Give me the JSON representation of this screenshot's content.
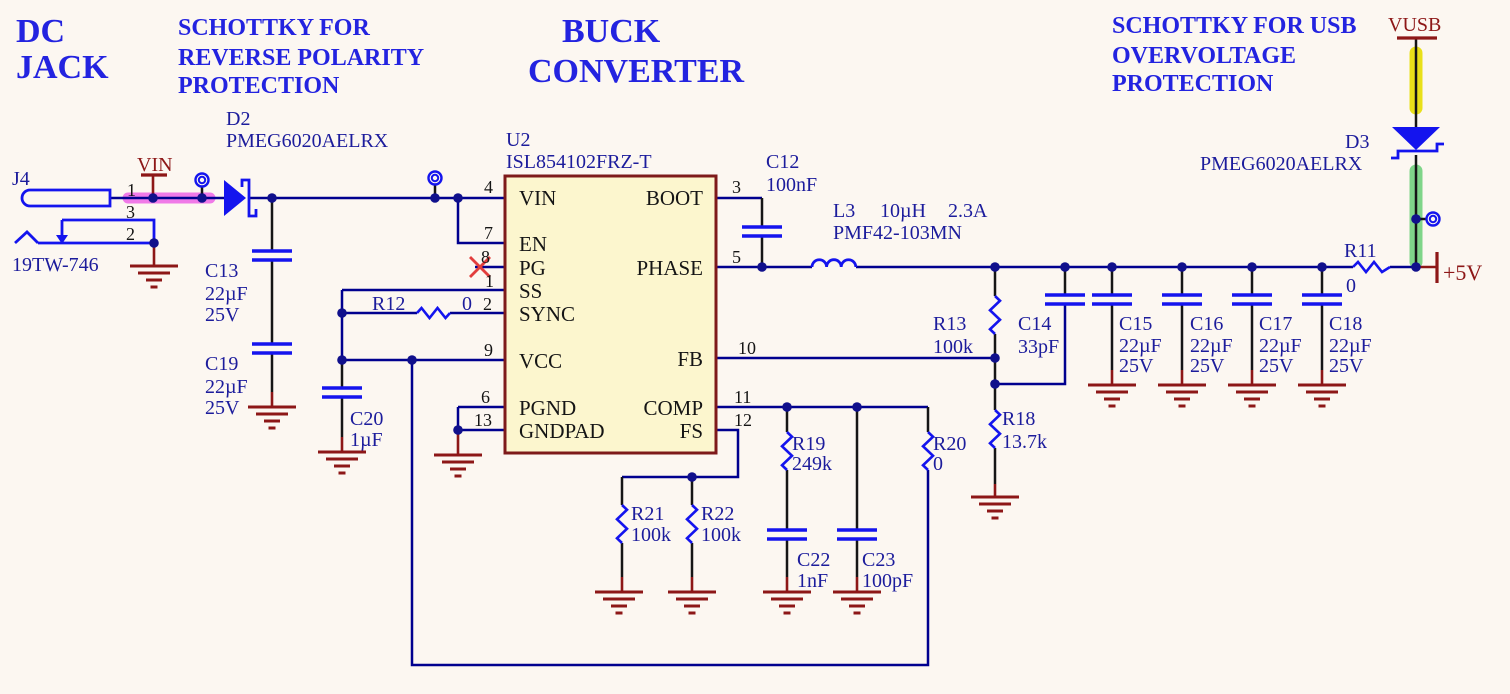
{
  "headers": {
    "dc": [
      "DC",
      "JACK"
    ],
    "reverse": [
      "SCHOTTKY FOR",
      "REVERSE POLARITY",
      "PROTECTION"
    ],
    "buck": [
      "BUCK",
      "CONVERTER"
    ],
    "usb": [
      "SCHOTTKY FOR USB",
      "OVERVOLTAGE",
      "PROTECTION"
    ]
  },
  "nets": {
    "vin": "VIN",
    "vusb": "VUSB",
    "p5v": "+5V"
  },
  "jack": {
    "ref": "J4",
    "part": "19TW-746",
    "pins": [
      "1",
      "3",
      "2"
    ]
  },
  "ic": {
    "ref": "U2",
    "part": "ISL854102FRZ-T",
    "left_pins": [
      {
        "num": "4",
        "name": "VIN"
      },
      {
        "num": "7",
        "name": "EN"
      },
      {
        "num": "8",
        "name": "PG"
      },
      {
        "num": "1",
        "name": "SS"
      },
      {
        "num": "2",
        "name": "SYNC"
      },
      {
        "num": "9",
        "name": "VCC"
      },
      {
        "num": "6",
        "name": "PGND"
      },
      {
        "num": "13",
        "name": "GNDPAD"
      }
    ],
    "right_pins": [
      {
        "num": "3",
        "name": "BOOT"
      },
      {
        "num": "5",
        "name": "PHASE"
      },
      {
        "num": "10",
        "name": "FB"
      },
      {
        "num": "11",
        "name": "COMP"
      },
      {
        "num": "12",
        "name": "FS"
      }
    ]
  },
  "parts": {
    "d2": {
      "ref": "D2",
      "part": "PMEG6020AELRX"
    },
    "d3": {
      "ref": "D3",
      "part": "PMEG6020AELRX"
    },
    "c12": {
      "ref": "C12",
      "value": "100nF"
    },
    "c13": {
      "ref": "C13",
      "value": "22µF",
      "volt": "25V"
    },
    "c14": {
      "ref": "C14",
      "value": "33pF"
    },
    "c15": {
      "ref": "C15",
      "value": "22µF",
      "volt": "25V"
    },
    "c16": {
      "ref": "C16",
      "value": "22µF",
      "volt": "25V"
    },
    "c17": {
      "ref": "C17",
      "value": "22µF",
      "volt": "25V"
    },
    "c18": {
      "ref": "C18",
      "value": "22µF",
      "volt": "25V"
    },
    "c19": {
      "ref": "C19",
      "value": "22µF",
      "volt": "25V"
    },
    "c20": {
      "ref": "C20",
      "value": "1µF"
    },
    "c22": {
      "ref": "C22",
      "value": "1nF"
    },
    "c23": {
      "ref": "C23",
      "value": "100pF"
    },
    "l3": {
      "ref": "L3",
      "value": "10µH",
      "amps": "2.3A",
      "part": "PMF42-103MN"
    },
    "r11": {
      "ref": "R11",
      "value": "0"
    },
    "r12": {
      "ref": "R12",
      "value": "0"
    },
    "r13": {
      "ref": "R13",
      "value": "100k"
    },
    "r18": {
      "ref": "R18",
      "value": "13.7k"
    },
    "r19": {
      "ref": "R19",
      "value": "249k"
    },
    "r20": {
      "ref": "R20",
      "value": "0"
    },
    "r21": {
      "ref": "R21",
      "value": "100k"
    },
    "r22": {
      "ref": "R22",
      "value": "100k"
    }
  },
  "colors": {
    "background": "#fcf7f1",
    "wire": "#00008f",
    "component_blue": "#1414ee",
    "dark_red": "#8d1717",
    "ic_fill": "#fcf6ce",
    "ic_border": "#7e1a1a",
    "header_blue": "#2323e0",
    "label_blue": "#1c1c9c",
    "highlight_pink": "#f07ae8",
    "highlight_yellow": "#e9e019",
    "highlight_green": "#7fd589",
    "no_connect_red": "#e23d3d"
  }
}
